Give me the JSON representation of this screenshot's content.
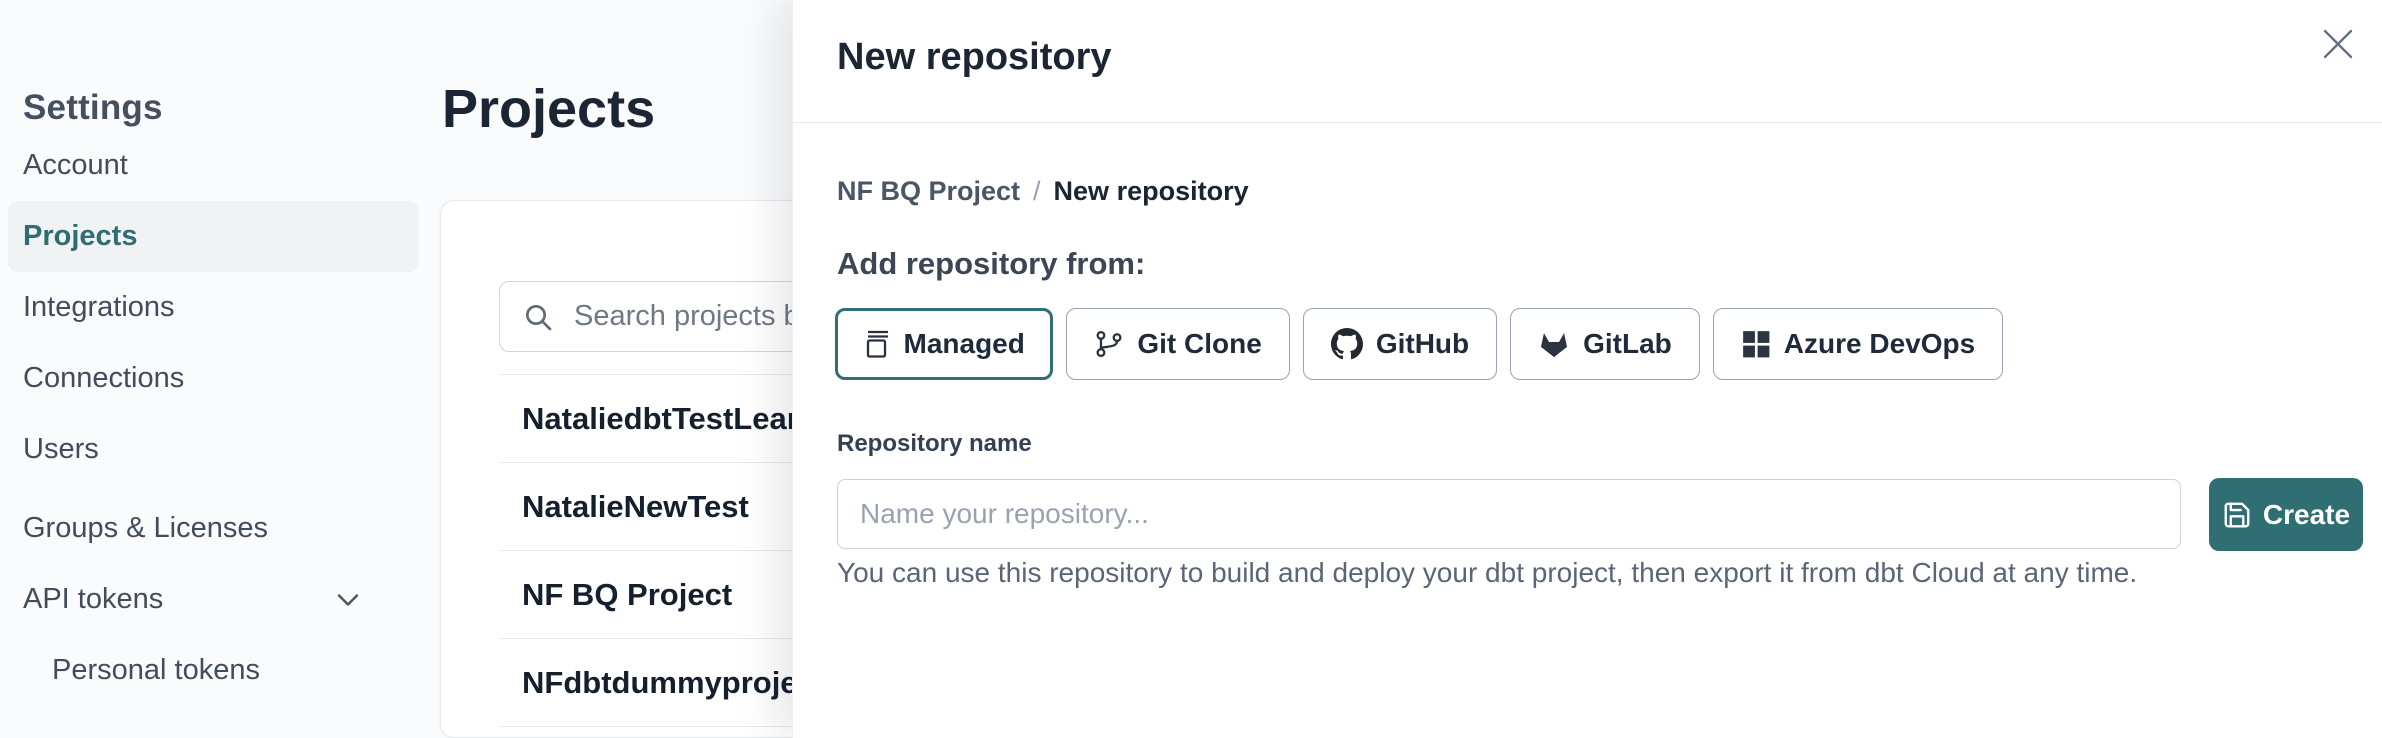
{
  "colors": {
    "accent_teal": "#2F6E72",
    "page_background": "#FAFBFC",
    "text_dark": "#1B2534",
    "text_slate": "#454F60"
  },
  "sidebar": {
    "title": "Settings",
    "items": [
      {
        "label": "Account",
        "selected": false
      },
      {
        "label": "Projects",
        "selected": true
      },
      {
        "label": "Integrations",
        "selected": false
      },
      {
        "label": "Connections",
        "selected": false
      },
      {
        "label": "Users",
        "selected": false
      },
      {
        "label": "Groups & Licenses",
        "selected": false
      },
      {
        "label": "API tokens",
        "selected": false,
        "expandable": true,
        "chevron_icon": "chevron-down-icon"
      },
      {
        "label": "Personal tokens",
        "selected": false,
        "indented": true
      }
    ]
  },
  "main": {
    "title": "Projects",
    "search": {
      "placeholder": "Search projects by name",
      "value": "",
      "icon": "search-icon"
    },
    "projects": [
      {
        "name": "NataliedbtTestLearn T"
      },
      {
        "name": "NatalieNewTest"
      },
      {
        "name": "NF BQ Project"
      },
      {
        "name": "NFdbtdummyproject"
      }
    ]
  },
  "modal": {
    "title": "New repository",
    "close_icon": "close-icon",
    "breadcrumb": {
      "parent": "NF BQ Project",
      "separator": "/",
      "current": "New repository"
    },
    "section_heading": "Add repository from:",
    "source_options": [
      {
        "label": "Managed",
        "icon": "managed-repo-icon",
        "selected": true
      },
      {
        "label": "Git Clone",
        "icon": "git-branch-icon",
        "selected": false
      },
      {
        "label": "GitHub",
        "icon": "github-icon",
        "selected": false
      },
      {
        "label": "GitLab",
        "icon": "gitlab-icon",
        "selected": false
      },
      {
        "label": "Azure DevOps",
        "icon": "azure-devops-icon",
        "selected": false
      }
    ],
    "repository_name_field": {
      "label": "Repository name",
      "placeholder": "Name your repository...",
      "value": ""
    },
    "create_button": {
      "label": "Create",
      "icon": "save-icon"
    },
    "helper_text": "You can use this repository to build and deploy your dbt project, then export it from dbt Cloud at any time."
  }
}
